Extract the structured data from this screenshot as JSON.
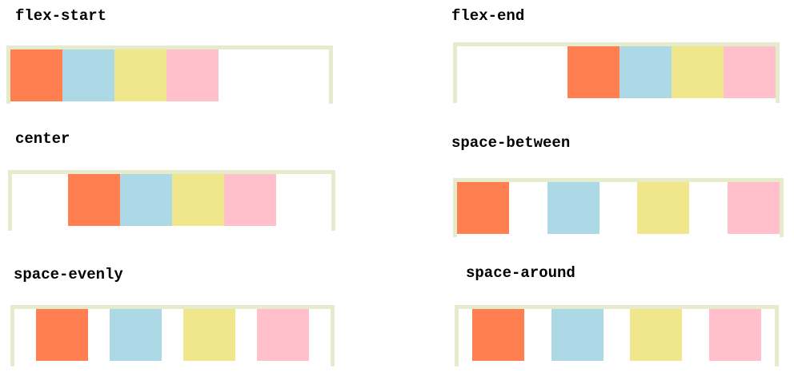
{
  "demos": [
    {
      "id": "flex-start",
      "title": "flex-start",
      "justify": "flex-start",
      "boxes": [
        "coral",
        "lightblue",
        "khaki",
        "pink"
      ]
    },
    {
      "id": "flex-end",
      "title": "flex-end",
      "justify": "flex-end",
      "boxes": [
        "coral",
        "lightblue",
        "khaki",
        "pink"
      ]
    },
    {
      "id": "center",
      "title": "center",
      "justify": "center",
      "boxes": [
        "coral",
        "lightblue",
        "khaki",
        "pink"
      ]
    },
    {
      "id": "space-between",
      "title": "space-between",
      "justify": "space-between",
      "boxes": [
        "coral",
        "lightblue",
        "khaki",
        "pink"
      ]
    },
    {
      "id": "space-evenly",
      "title": "space-evenly",
      "justify": "space-evenly",
      "boxes": [
        "coral",
        "lightblue",
        "khaki",
        "pink"
      ]
    },
    {
      "id": "space-around",
      "title": "space-around",
      "justify": "space-around",
      "boxes": [
        "coral",
        "lightblue",
        "khaki",
        "pink"
      ]
    }
  ],
  "colors": {
    "coral": "#ff7f50",
    "lightblue": "#add8e6",
    "khaki": "#f0e68c",
    "pink": "#ffc0cb",
    "container_border": "#e6ebcc"
  }
}
